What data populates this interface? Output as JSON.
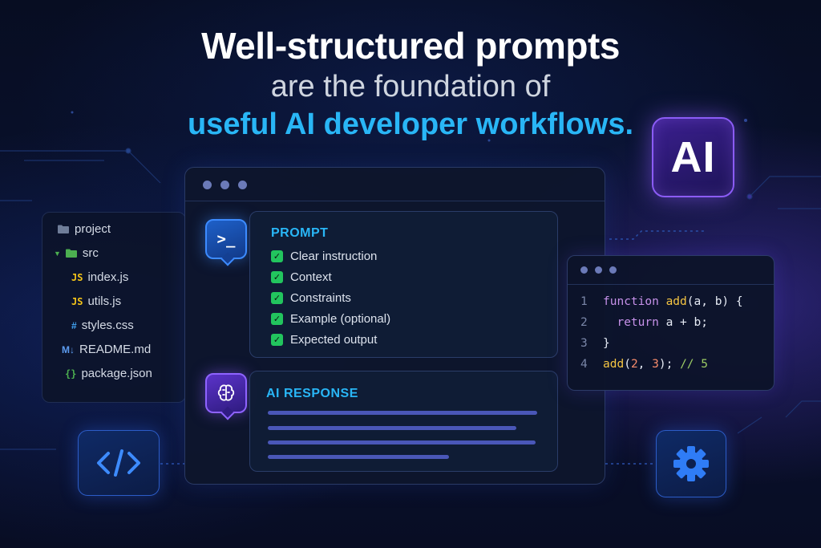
{
  "headline": {
    "line1": "Well-structured prompts",
    "line2": "are the foundation of",
    "line3": "useful AI developer workflows."
  },
  "badge": {
    "label": "AI"
  },
  "file_tree": {
    "items": [
      {
        "name": "project",
        "icon": "folder-icon",
        "indent": 0
      },
      {
        "name": "src",
        "icon": "folder-open-icon",
        "indent": 1
      },
      {
        "name": "index.js",
        "icon": "js-file-icon",
        "badge": "JS",
        "indent": 2
      },
      {
        "name": "utils.js",
        "icon": "js-file-icon",
        "badge": "JS",
        "indent": 2
      },
      {
        "name": "styles.css",
        "icon": "css-file-icon",
        "badge": "#",
        "indent": 2
      },
      {
        "name": "README.md",
        "icon": "markdown-file-icon",
        "badge": "M↓",
        "indent": 1
      },
      {
        "name": "package.json",
        "icon": "json-file-icon",
        "badge": "{}",
        "indent": 1
      }
    ]
  },
  "prompt": {
    "title": "PROMPT",
    "icon": "terminal-icon",
    "terminal_glyph": ">_",
    "checklist": [
      "Clear instruction",
      "Context",
      "Constraints",
      "Example (optional)",
      "Expected output"
    ]
  },
  "response": {
    "title": "AI RESPONSE",
    "icon": "brain-icon"
  },
  "code": {
    "lines": [
      {
        "n": "1",
        "tokens": [
          [
            "kw",
            "function "
          ],
          [
            "fn",
            "add"
          ],
          [
            "",
            "(a, b) {"
          ]
        ]
      },
      {
        "n": "2",
        "tokens": [
          [
            "",
            "  "
          ],
          [
            "kw",
            "return"
          ],
          [
            "",
            " a + b;"
          ]
        ]
      },
      {
        "n": "3",
        "tokens": [
          [
            "",
            "}"
          ]
        ]
      },
      {
        "n": "4",
        "tokens": [
          [
            "fn",
            "add"
          ],
          [
            "",
            "("
          ],
          [
            "num",
            "2"
          ],
          [
            "",
            ", "
          ],
          [
            "num",
            "3"
          ],
          [
            "",
            "); "
          ],
          [
            "cm",
            "// 5"
          ]
        ]
      }
    ]
  },
  "colors": {
    "accent_blue": "#29b6f6",
    "check_green": "#22c55e",
    "ai_purple": "#8b5cf6"
  },
  "tiles": [
    {
      "icon": "code-brackets-icon"
    },
    {
      "icon": "gear-icon"
    }
  ]
}
